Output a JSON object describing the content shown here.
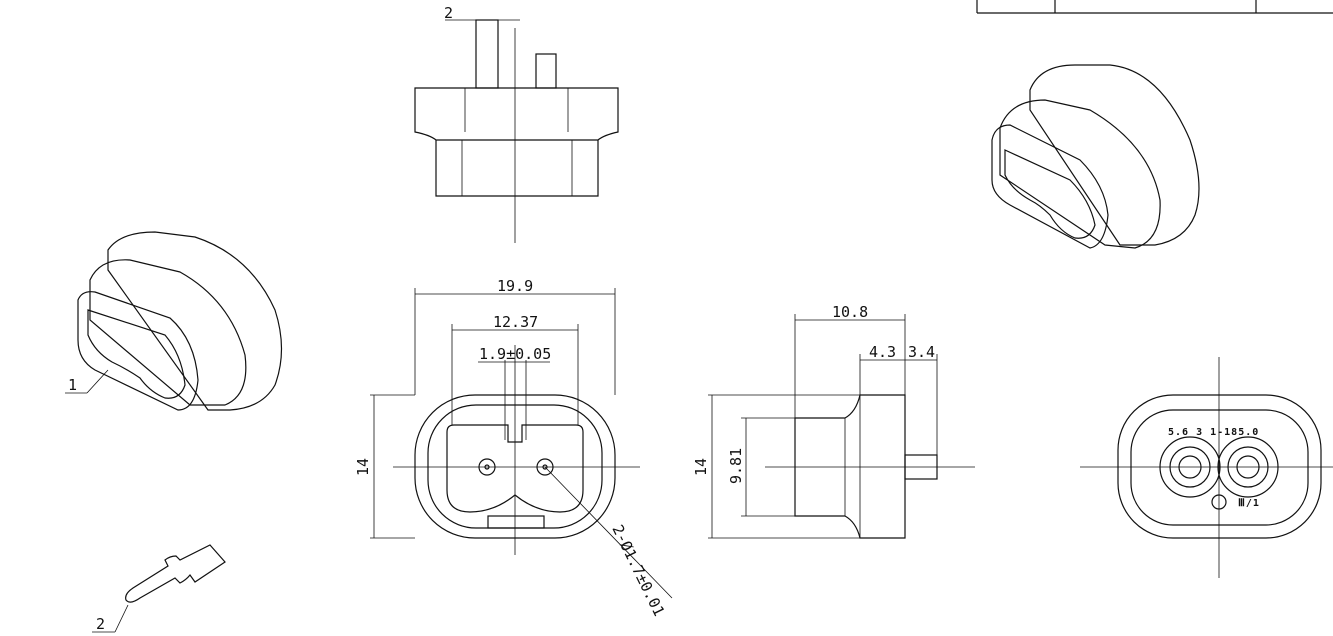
{
  "drawing": {
    "parts": [
      {
        "id": "part-1",
        "label": "1"
      },
      {
        "id": "part-2",
        "label": "2"
      }
    ],
    "dimensions": {
      "pin_offset": "2",
      "overall_width": "19.9",
      "inner_width": "12.37",
      "slot_width": "1.9±0.05",
      "overall_height_front": "14",
      "hole_diameter": "2-Ø1.7±0.01",
      "depth": "10.8",
      "flange_depth": "4.3",
      "pin_projection": "3.4",
      "overall_height_side": "14",
      "inner_height": "9.81"
    },
    "rear_marking": {
      "rating": "5.6 3 1-185.0",
      "class": "Ⅲ/1"
    }
  }
}
